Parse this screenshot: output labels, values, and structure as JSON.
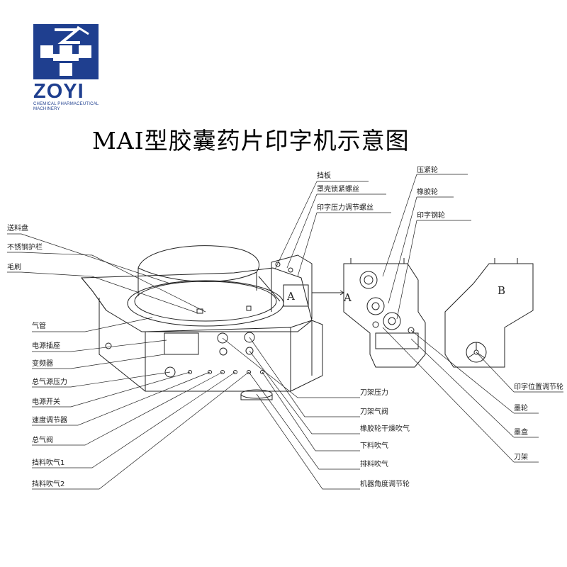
{
  "logo": {
    "brand": "ZOYI",
    "subtitle_line1": "CHEMICAL PHARMACEUTICAL",
    "subtitle_line2": "MACHINERY",
    "colors": {
      "blue": "#1f3f8f"
    }
  },
  "title": "MAI型胶囊药片印字机示意图",
  "top_labels": {
    "dangban": "挡板",
    "zhaoke": "罩壳锁紧螺丝",
    "yinzi_yali": "印字压力调节螺丝",
    "yajinlun": "压紧轮",
    "xiangjiaolun": "橡胶轮",
    "yinzi_ganglun": "印字钢轮"
  },
  "left_labels": {
    "songliaopan": "送料盘",
    "buxiugang": "不锈钢护栏",
    "maoshua": "毛刷",
    "qiguan": "气管",
    "dianyuan_chazuo": "电源插座",
    "bianpinqi": "变频器",
    "zongqiyuan": "总气源压力",
    "dianyuan_kaiguan": "电源开关",
    "sudu": "速度调节器",
    "zongqifa": "总气阀",
    "dangliao1": "挡料吹气1",
    "dangliao2": "挡料吹气2"
  },
  "middle_labels": {
    "daojia_yali": "刀架压力",
    "daojia_qifa": "刀架气阀",
    "xiangjiaolun_gan": "橡胶轮干燥吹气",
    "xialiao": "下料吹气",
    "paoliao": "排料吹气",
    "jiqi_jiaodu": "机器角度调节轮"
  },
  "right_labels": {
    "yinzi_weizhi": "印字位置调节轮",
    "molun": "墨轮",
    "mohe": "墨盒",
    "daojia": "刀架"
  },
  "view_letters": {
    "a_on_machine": "A",
    "a_arrow": "A",
    "b_view": "B"
  }
}
